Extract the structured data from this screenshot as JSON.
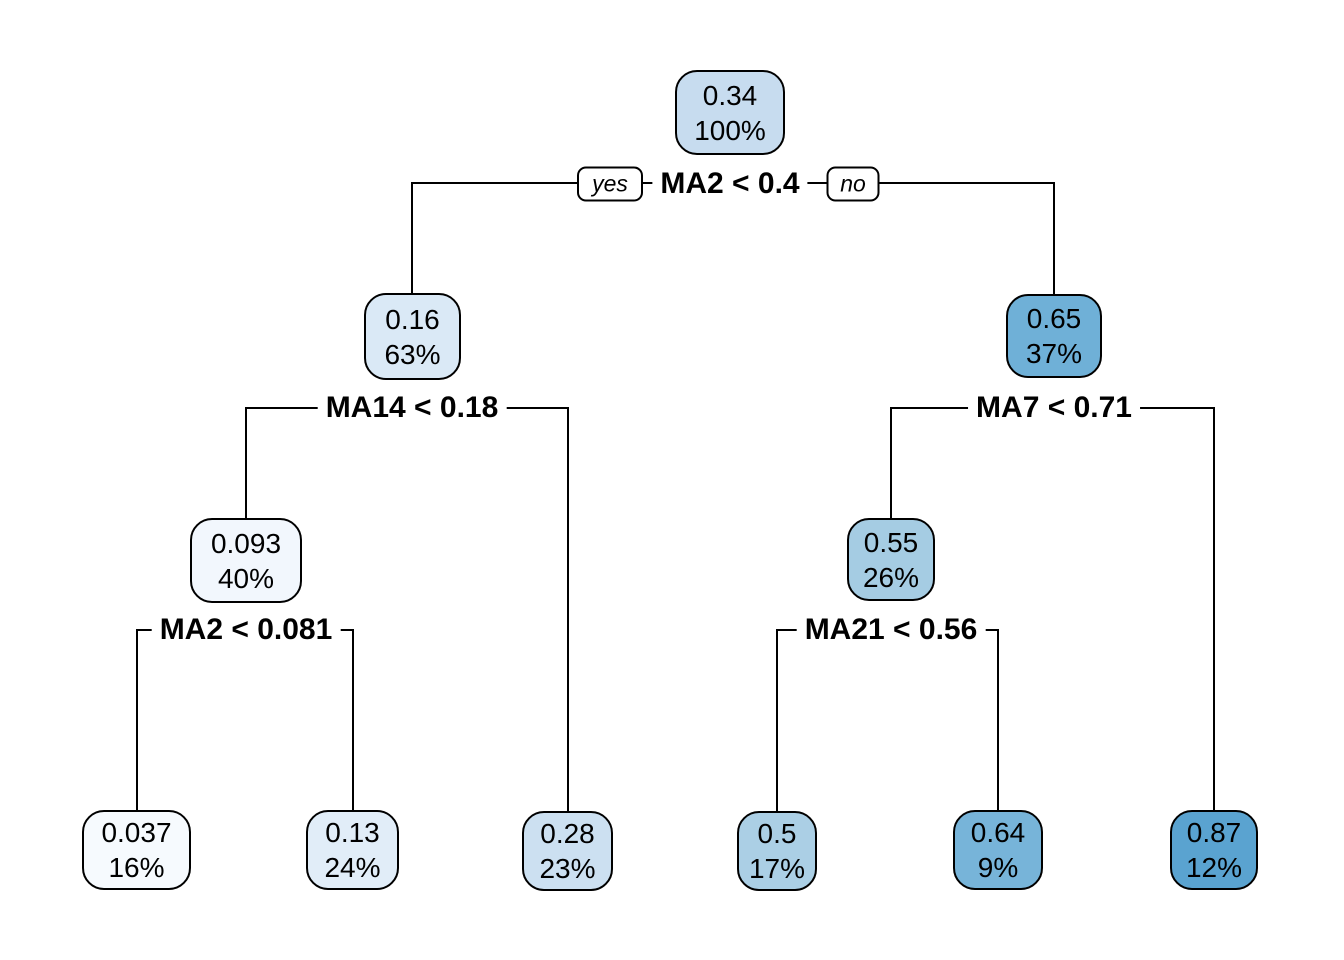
{
  "diagram_type": "decision-tree",
  "palette": {
    "line_color": "#000000",
    "background": "#ffffff",
    "scale_low": "#f7fbff",
    "scale_high": "#4f9bcb"
  },
  "nodes": [
    {
      "id": "root",
      "value": "0.34",
      "percent": "100%",
      "color": "#c7dcef"
    },
    {
      "id": "l",
      "value": "0.16",
      "percent": "63%",
      "color": "#dae9f6"
    },
    {
      "id": "r",
      "value": "0.65",
      "percent": "37%",
      "color": "#6fb0d7"
    },
    {
      "id": "ll",
      "value": "0.093",
      "percent": "40%",
      "color": "#f2f7fd"
    },
    {
      "id": "lll",
      "value": "0.037",
      "percent": "16%",
      "color": "#f6fafe"
    },
    {
      "id": "llr",
      "value": "0.13",
      "percent": "24%",
      "color": "#e1edf8"
    },
    {
      "id": "lr",
      "value": "0.28",
      "percent": "23%",
      "color": "#cce0f1"
    },
    {
      "id": "rl",
      "value": "0.55",
      "percent": "26%",
      "color": "#a5cce3"
    },
    {
      "id": "rll",
      "value": "0.5",
      "percent": "17%",
      "color": "#abcfe5"
    },
    {
      "id": "rlr",
      "value": "0.64",
      "percent": "9%",
      "color": "#77b4d9"
    },
    {
      "id": "rr",
      "value": "0.87",
      "percent": "12%",
      "color": "#5aa3d0"
    }
  ],
  "splits": [
    {
      "label": "MA2 < 0.4",
      "yes_label": "yes",
      "no_label": "no"
    },
    {
      "label": "MA14 < 0.18"
    },
    {
      "label": "MA7 < 0.71"
    },
    {
      "label": "MA2 < 0.081"
    },
    {
      "label": "MA21 < 0.56"
    }
  ]
}
